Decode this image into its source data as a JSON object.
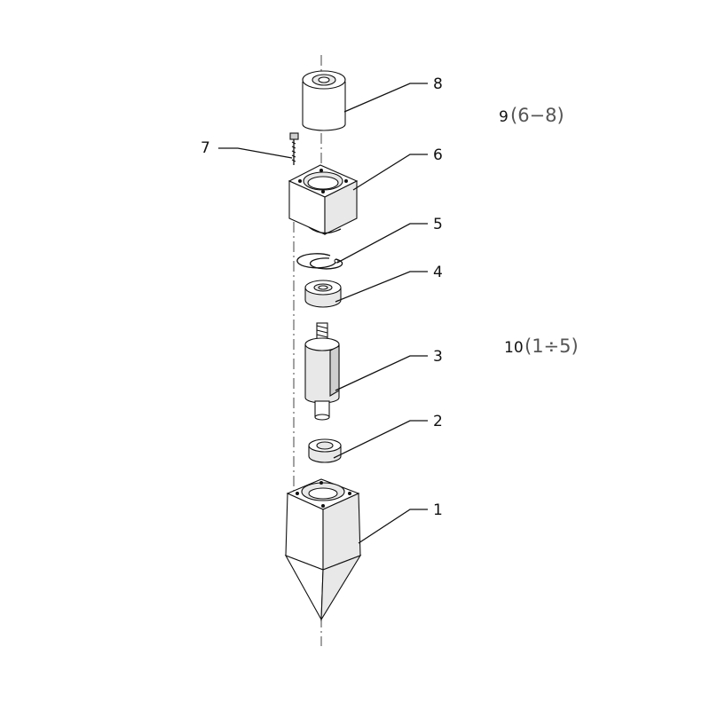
{
  "callouts": [
    {
      "id": "1",
      "label": "1"
    },
    {
      "id": "2",
      "label": "2"
    },
    {
      "id": "3",
      "label": "3"
    },
    {
      "id": "4",
      "label": "4"
    },
    {
      "id": "5",
      "label": "5"
    },
    {
      "id": "6",
      "label": "6"
    },
    {
      "id": "7",
      "label": "7"
    },
    {
      "id": "8",
      "label": "8"
    }
  ],
  "groups": [
    {
      "number": "9",
      "range": "(6−8)"
    },
    {
      "number": "10",
      "range": "(1÷5)"
    }
  ]
}
